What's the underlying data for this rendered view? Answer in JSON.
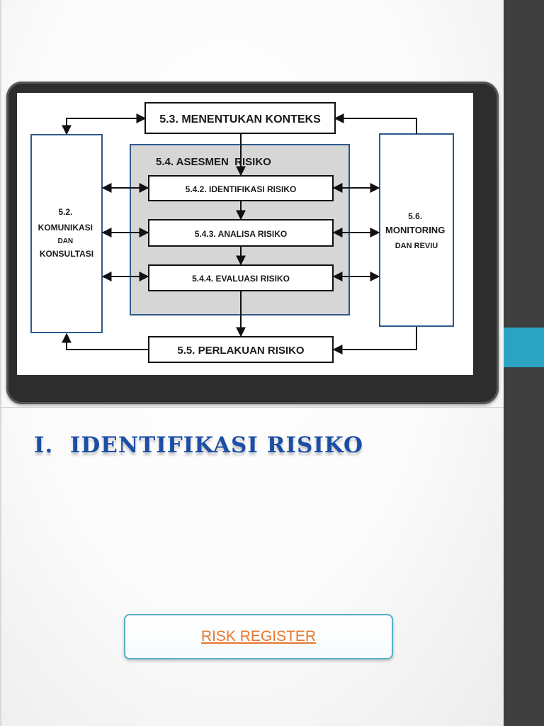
{
  "diagram": {
    "context_box": "5.3. MENENTUKAN KONTEKS",
    "assessment_title": "5.4. ASESMEN  RISIKO",
    "step_identify": "5.4.2. IDENTIFIKASI RISIKO",
    "step_analyze": "5.4.3. ANALISA RISIKO",
    "step_evaluate": "5.4.4. EVALUASI RISIKO",
    "treatment_box": "5.5. PERLAKUAN RISIKO",
    "communication_box": [
      "5.2.",
      "KOMUNIKASI",
      "DAN",
      "KONSULTASI"
    ],
    "monitoring_box": [
      "5.6.",
      "MONITORING",
      "DAN REVIU"
    ]
  },
  "section_title": "I.  IDENTIFIKASI RISIKO",
  "link_button": {
    "label": "RISK REGISTER"
  },
  "colors": {
    "title": "#1d4ea6",
    "link": "#e8762d",
    "button_border": "#5aaecb",
    "accent": "#2ba3c3",
    "side_bar": "#3f3f3f",
    "panel_border": "#2e5a8e",
    "assessment_fill": "#d6d6d6"
  }
}
